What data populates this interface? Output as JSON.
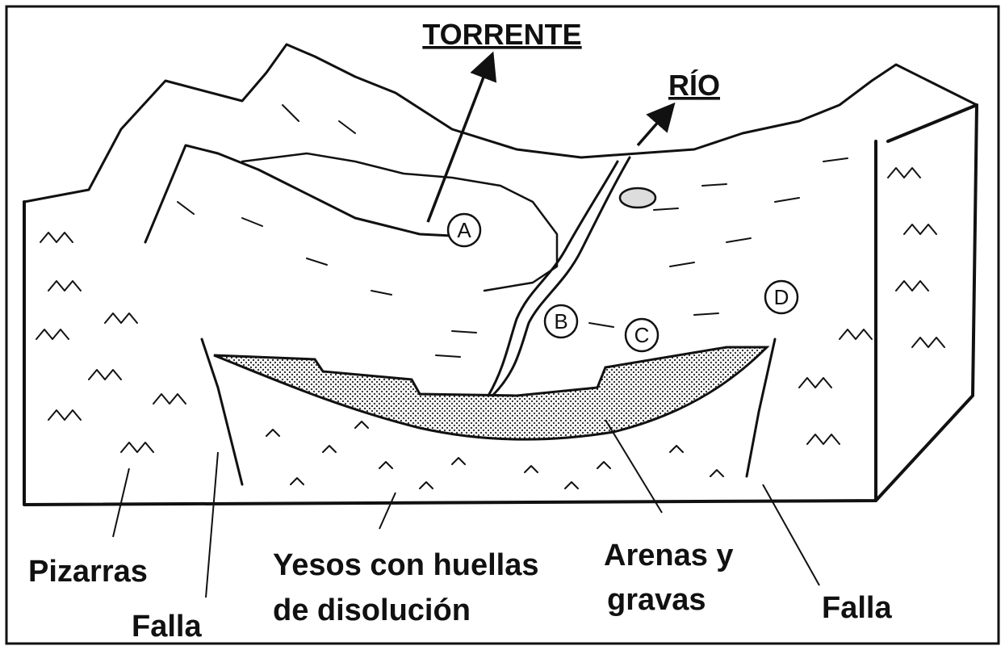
{
  "labels": {
    "torrente": "TORRENTE",
    "rio": "RÍO",
    "pizarras": "Pizarras",
    "falla_left": "Falla",
    "yesos_line1": "Yesos con huellas",
    "yesos_line2": "de disolución",
    "arenas_line1": "Arenas y",
    "arenas_line2": "gravas",
    "falla_right": "Falla"
  },
  "points": {
    "a": "A",
    "b": "B",
    "c": "C",
    "d": "D"
  },
  "colors": {
    "ink": "#111111",
    "background": "#ffffff",
    "dotted_fill": "#cfcfcf"
  }
}
